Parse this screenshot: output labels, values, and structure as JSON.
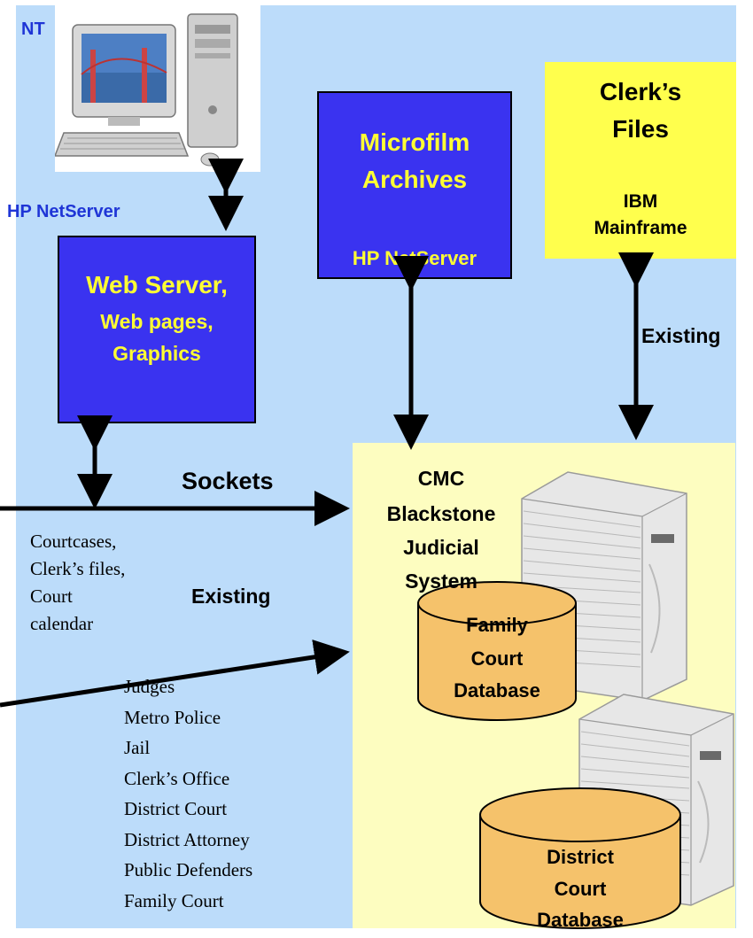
{
  "labels": {
    "nt": "NT",
    "hp_netserver_left": "HP NetServer",
    "web_server_line1": "Web Server,",
    "web_server_line2": "Web pages,",
    "web_server_line3": "Graphics",
    "microfilm_line1": "Microfilm",
    "microfilm_line2": "Archives",
    "hp_netserver_center": "HP NetServer",
    "clerk_line1": "Clerk’s",
    "clerk_line2": "Files",
    "clerk_line3": "IBM",
    "clerk_line4": "Mainframe",
    "existing_right": "Existing",
    "sockets": "Sockets",
    "existing_left": "Existing",
    "cmc_line1": "CMC",
    "cmc_line2": "Blackstone",
    "cmc_line3": "Judicial",
    "cmc_line4": "System",
    "family_line1": "Family",
    "family_line2": "Court",
    "family_line3": "Database",
    "district_line1": "District",
    "district_line2": "Court",
    "district_line3": "Database"
  },
  "public_content": [
    "Courtcases,",
    "Clerk’s files,",
    "Court",
    "calendar"
  ],
  "agencies": [
    "Judges",
    "Metro Police",
    "Jail",
    "Clerk’s Office",
    "District Court",
    "District Attorney",
    "Public Defenders",
    "Family Court"
  ],
  "colors": {
    "panel": "#bcdcfa",
    "server_box": "#3a33f0",
    "server_text": "#ffff33",
    "clerk_box": "#ffff4d",
    "cmc_area": "#fdfdc0",
    "database": "#f5c26b",
    "label_blue": "#1f35d6"
  }
}
